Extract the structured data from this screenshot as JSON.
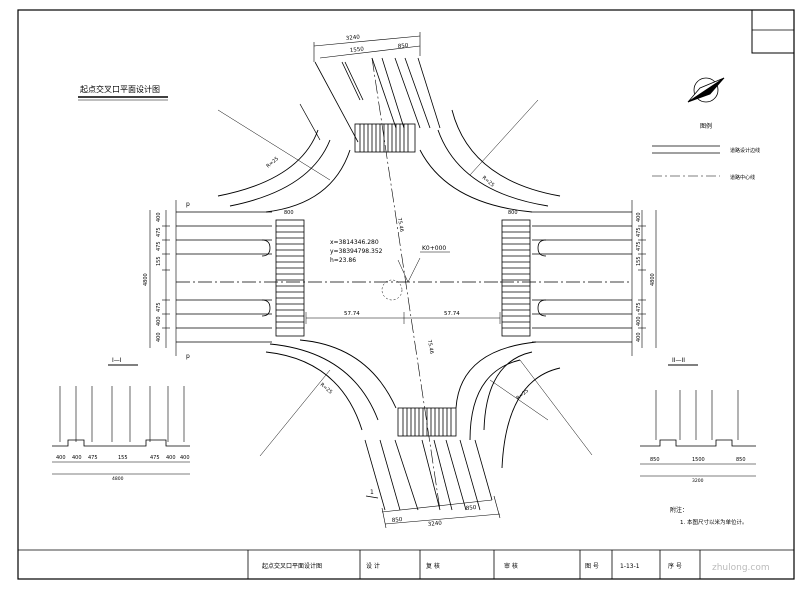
{
  "drawing": {
    "title": "起点交叉口平面设计图",
    "legend_title": "图例",
    "legend_items": [
      "道路设计边线",
      "道路中心线"
    ],
    "coords": {
      "x": "x=3814346.280",
      "y": "y=38394798.352",
      "h": "h=23.86"
    },
    "station": "K0+000",
    "north_arrow": "north-arrow-icon",
    "dims_top": {
      "total": "3240",
      "mid": "1550",
      "right": "850"
    },
    "dims_bottom": {
      "total": "3240",
      "left": "850",
      "right": "850"
    },
    "dims_center": {
      "left": "57.74",
      "right": "57.74",
      "axis_top": "75.46",
      "axis_bottom": "75.46"
    },
    "dims_west": [
      "400",
      "475",
      "475",
      "155",
      "475",
      "400",
      "400"
    ],
    "dims_west_total": "4800",
    "dims_east": [
      "400",
      "475",
      "475",
      "155",
      "475",
      "400",
      "400"
    ],
    "dims_east_total": "4800",
    "crosswalk_width": "800",
    "radii": [
      "R=25",
      "R=25",
      "R=25",
      "R=25"
    ],
    "point_p": "p",
    "section_mark": "1",
    "note": "1. 本图尺寸以米为单位计。",
    "note_label": "附注："
  },
  "section_left": {
    "title": "I—I",
    "dims": [
      "400",
      "400",
      "475",
      "155",
      "475",
      "400",
      "400"
    ],
    "total": "4800"
  },
  "section_right": {
    "title": "II—II",
    "dims": [
      "850",
      "1500",
      "850"
    ],
    "total": "3200"
  },
  "title_block": {
    "name": "起点交叉口平面设计图",
    "design_label": "设 计",
    "check_label": "复 核",
    "review_label": "审 核",
    "drawing_no_label": "图 号",
    "drawing_no": "1-13-1",
    "seq_label": "序 号"
  },
  "watermark": "zhulong.com"
}
